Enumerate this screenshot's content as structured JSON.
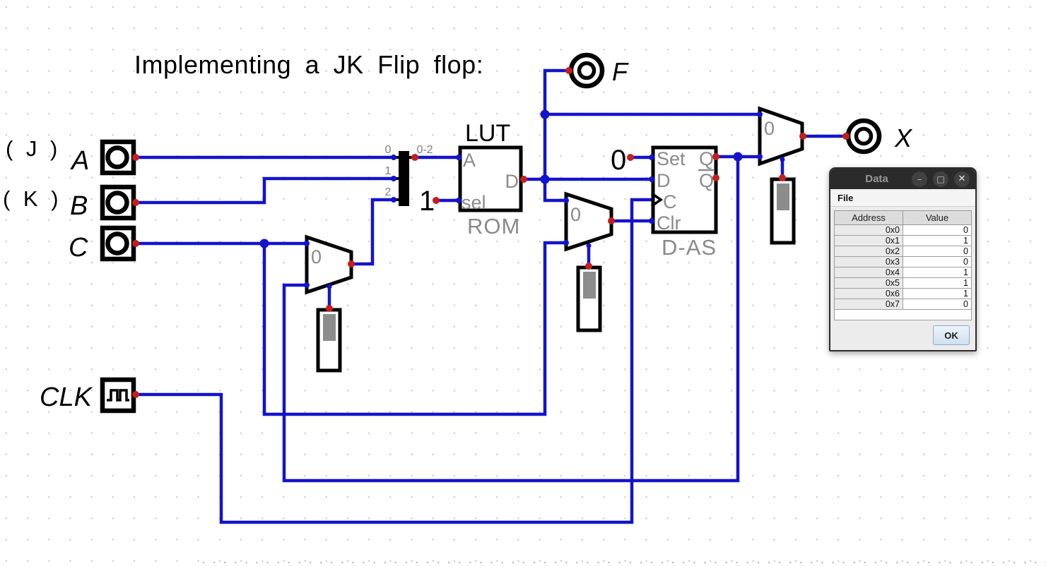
{
  "app": {
    "note_title": "Implementing a JK Flip flop:"
  },
  "circuit": {
    "inputs": [
      {
        "alias": "( J )",
        "label": "A"
      },
      {
        "alias": "( K )",
        "label": "B"
      },
      {
        "alias": "",
        "label": "C"
      },
      {
        "alias": "",
        "label": "CLK"
      }
    ],
    "outputs": [
      {
        "label": "F"
      },
      {
        "label": "X"
      }
    ],
    "splitter": {
      "bit0": "0",
      "bit1": "1",
      "bit2": "2",
      "bus": "0-2"
    },
    "lut": {
      "title": "LUT",
      "subtitle": "ROM",
      "port_a": "A",
      "port_d": "D",
      "port_sel": "sel"
    },
    "constants": {
      "sel_value": "1",
      "set_value": "0"
    },
    "flipflop": {
      "label": "D-AS",
      "port_set": "Set",
      "port_d": "D",
      "port_c": "C",
      "port_clr": "Clr",
      "port_q": "Q",
      "port_qbar": "Q"
    },
    "muxes": [
      "0",
      "0",
      "0"
    ]
  },
  "data_window": {
    "title": "Data",
    "controls": {
      "minimize": "–",
      "maximize": "□",
      "close": "✕"
    },
    "menu": {
      "file": "File"
    },
    "table": {
      "col_address": "Address",
      "col_value": "Value",
      "rows": [
        {
          "address": "0x0",
          "value": "0"
        },
        {
          "address": "0x1",
          "value": "1"
        },
        {
          "address": "0x2",
          "value": "0"
        },
        {
          "address": "0x3",
          "value": "0"
        },
        {
          "address": "0x4",
          "value": "1"
        },
        {
          "address": "0x5",
          "value": "1"
        },
        {
          "address": "0x6",
          "value": "1"
        },
        {
          "address": "0x7",
          "value": "0"
        }
      ]
    },
    "ok_label": "OK"
  },
  "colors": {
    "wire": "#1313cd",
    "pin_dot": "#c41e1e",
    "component_label_gray": "#8a8a8a",
    "switch_handle": "#8c8c8c",
    "titlebar": "#2b2b2b",
    "grid_dot": "#c9c9c9"
  }
}
